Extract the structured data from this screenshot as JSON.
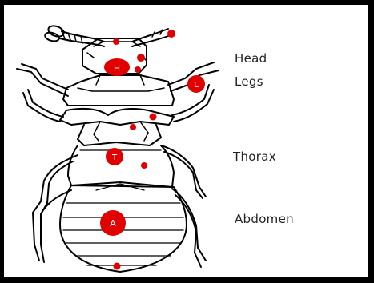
{
  "labels": {
    "head": "Head",
    "legs": "Legs",
    "thorax": "Thorax",
    "abdomen": "Abdomen"
  },
  "markers": {
    "head": "H",
    "legs": "L",
    "thorax": "T",
    "abdomen": "A"
  },
  "colors": {
    "marker": "#e00000",
    "outline": "#000000",
    "background": "#ffffff",
    "frame": "#000000"
  }
}
